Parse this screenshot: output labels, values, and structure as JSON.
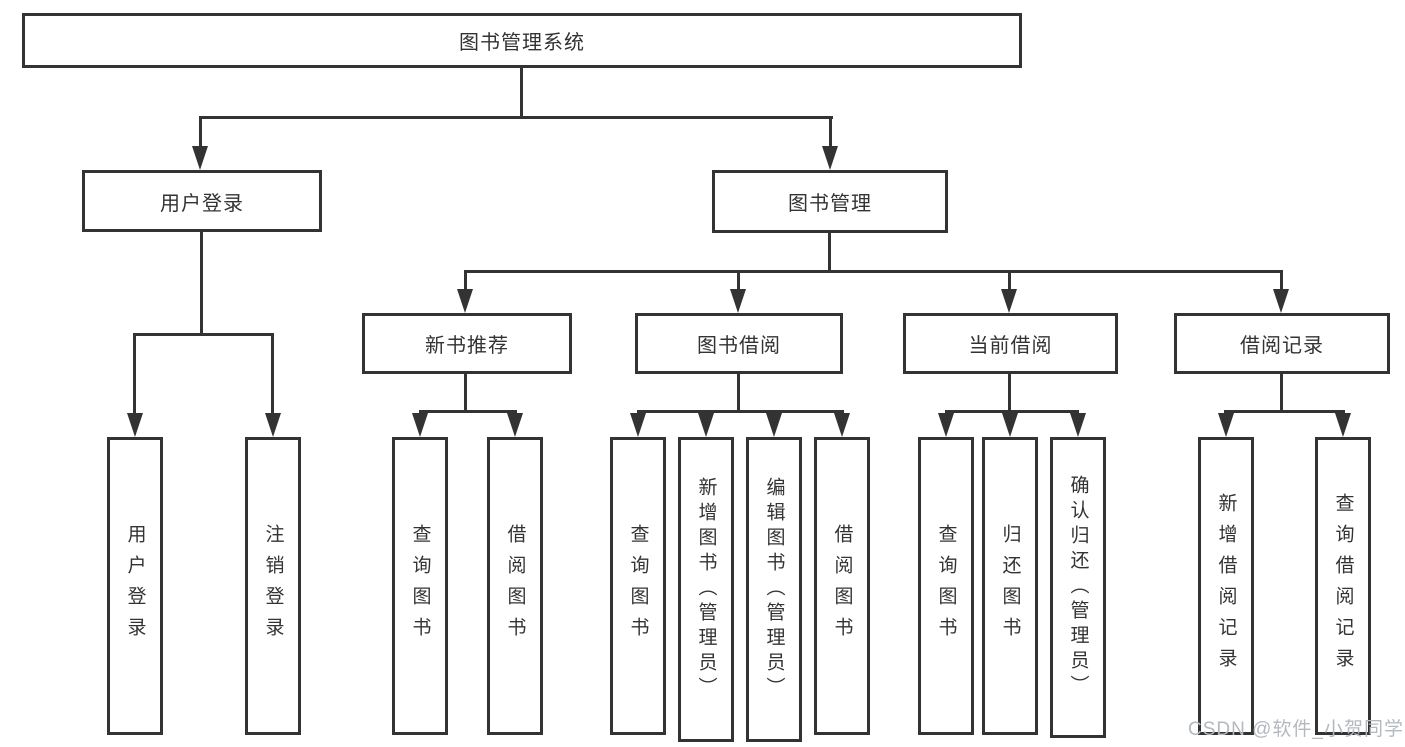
{
  "colors": {
    "line": "#333333",
    "text": "#333333",
    "background": "#ffffff",
    "watermark": "#b4b8bf"
  },
  "watermark": {
    "text": "CSDN @软件_小贺同学"
  },
  "tree": {
    "label": "图书管理系统",
    "children": [
      {
        "label": "用户登录",
        "children": [
          {
            "label": "用户登录"
          },
          {
            "label": "注销登录"
          }
        ]
      },
      {
        "label": "图书管理",
        "children": [
          {
            "label": "新书推荐",
            "children": [
              {
                "label": "查询图书"
              },
              {
                "label": "借阅图书"
              }
            ]
          },
          {
            "label": "图书借阅",
            "children": [
              {
                "label": "查询图书"
              },
              {
                "label": "新增图书（管理员）"
              },
              {
                "label": "编辑图书（管理员）"
              },
              {
                "label": "借阅图书"
              }
            ]
          },
          {
            "label": "当前借阅",
            "children": [
              {
                "label": "查询图书"
              },
              {
                "label": "归还图书"
              },
              {
                "label": "确认归还（管理员）"
              }
            ]
          },
          {
            "label": "借阅记录",
            "children": [
              {
                "label": "新增借阅记录"
              },
              {
                "label": "查询借阅记录"
              }
            ]
          }
        ]
      }
    ]
  }
}
